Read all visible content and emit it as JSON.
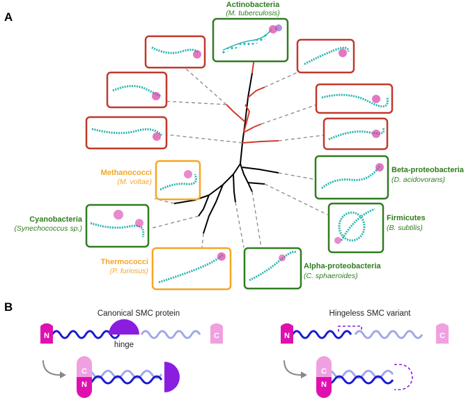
{
  "panels": {
    "a_label": "A",
    "b_label": "B"
  },
  "colors": {
    "red_frame": "#c0392b",
    "green_frame": "#2e7d1f",
    "orange_frame": "#f5a623",
    "coil": "#29b5b0",
    "head": "#d53ea8",
    "tree_black": "#000000",
    "tree_red": "#d23a2a",
    "n_domain": "#e010b0",
    "c_domain": "#f0a0e0",
    "hinge": "#8a1de0",
    "coil_dark": "#1a1ad0",
    "coil_light": "#a0a8e8"
  },
  "taxa": {
    "actino": {
      "name": "Actinobacteria",
      "species": "(M. tuberculosis)"
    },
    "metha": {
      "name": "Methanococci",
      "species": "(M. voltae)"
    },
    "cyano": {
      "name": "Cyanobacteria",
      "species": "(Synechococcus sp.)"
    },
    "thermo": {
      "name": "Thermococci",
      "species": "(P. furiosus)"
    },
    "alpha": {
      "name": "Alpha-proteobacteria",
      "species": "(C. sphaeroides)"
    },
    "firmi": {
      "name": "Firmicutes",
      "species": "(B. subtilis)"
    },
    "beta": {
      "name": "Beta-proteobacteria",
      "species": "(D. acidovorans)"
    }
  },
  "panel_b": {
    "canonical_title": "Canonical SMC protein",
    "hingeless_title": "Hingeless SMC variant",
    "hinge_label": "hinge",
    "n_label": "N",
    "c_label": "C"
  }
}
